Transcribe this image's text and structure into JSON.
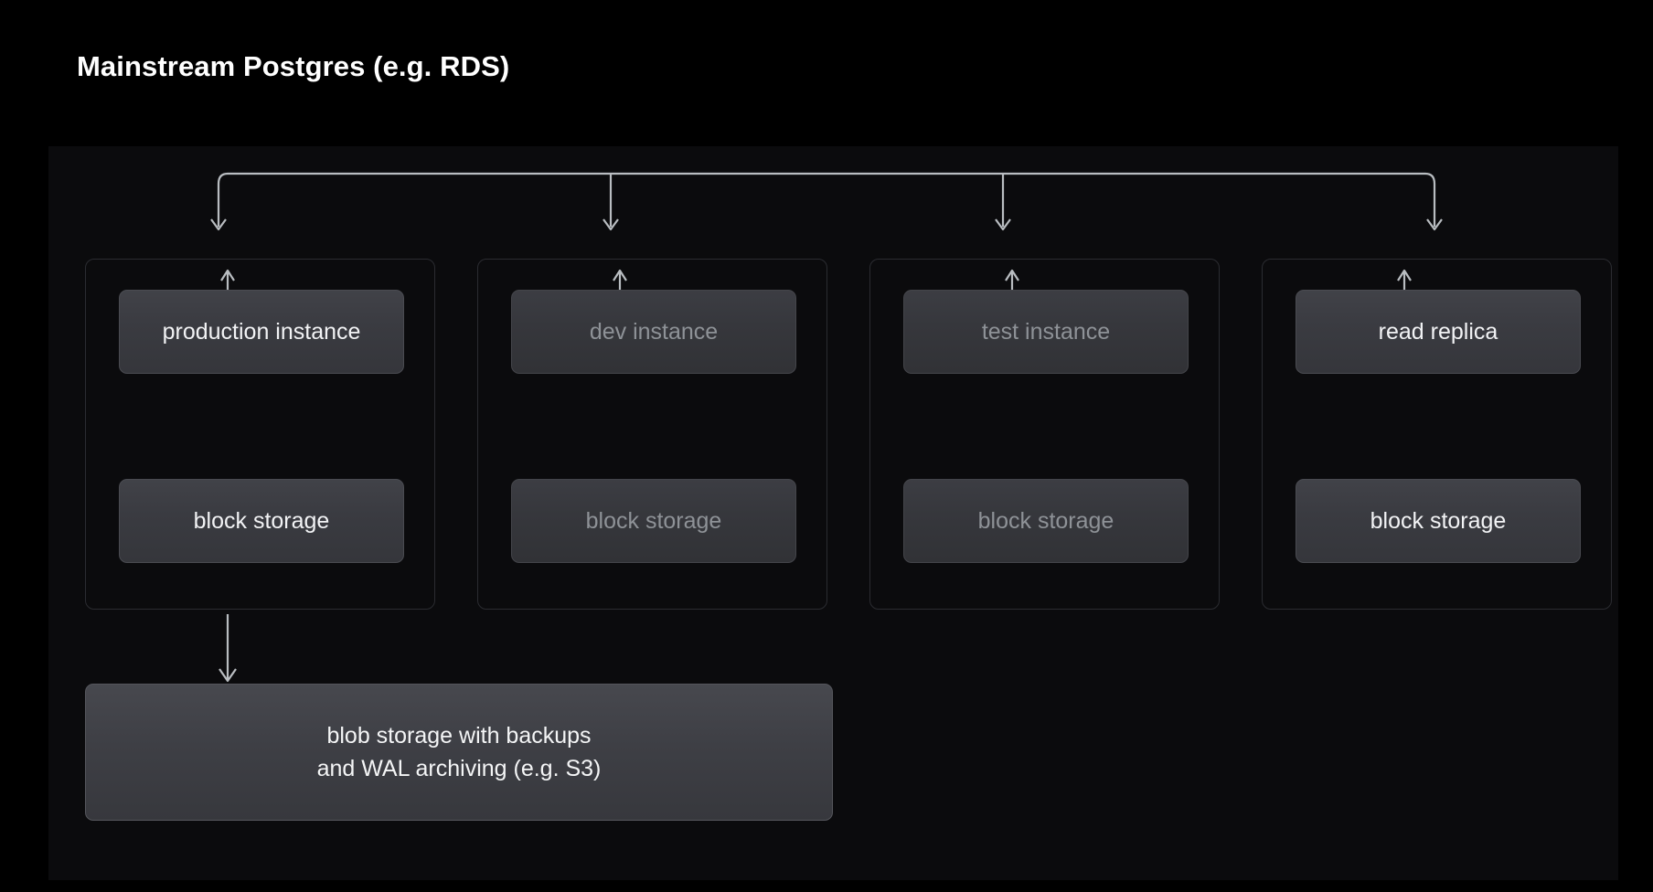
{
  "title": "Mainstream Postgres (e.g. RDS)",
  "colors": {
    "page_background": "#000000",
    "canvas_background": "#0b0b0d",
    "group_border": "#2b2c31",
    "node_fill": "#3a3b41",
    "node_border": "#4a4b51",
    "text_active": "#f2f3f5",
    "text_dimmed": "#8e9297",
    "connector": "#b9bdc1"
  },
  "diagram": {
    "type": "architecture-tree",
    "groups": [
      {
        "id": "production",
        "state": "active",
        "instance_label": "production instance",
        "storage_label": "block storage"
      },
      {
        "id": "dev",
        "state": "dimmed",
        "instance_label": "dev instance",
        "storage_label": "block storage"
      },
      {
        "id": "test",
        "state": "dimmed",
        "instance_label": "test instance",
        "storage_label": "block storage"
      },
      {
        "id": "read-replica",
        "state": "active",
        "instance_label": "read replica",
        "storage_label": "block storage"
      }
    ],
    "blob_storage": {
      "line1": "blob storage with backups",
      "line2": "and WAL archiving (e.g. S3)"
    }
  }
}
